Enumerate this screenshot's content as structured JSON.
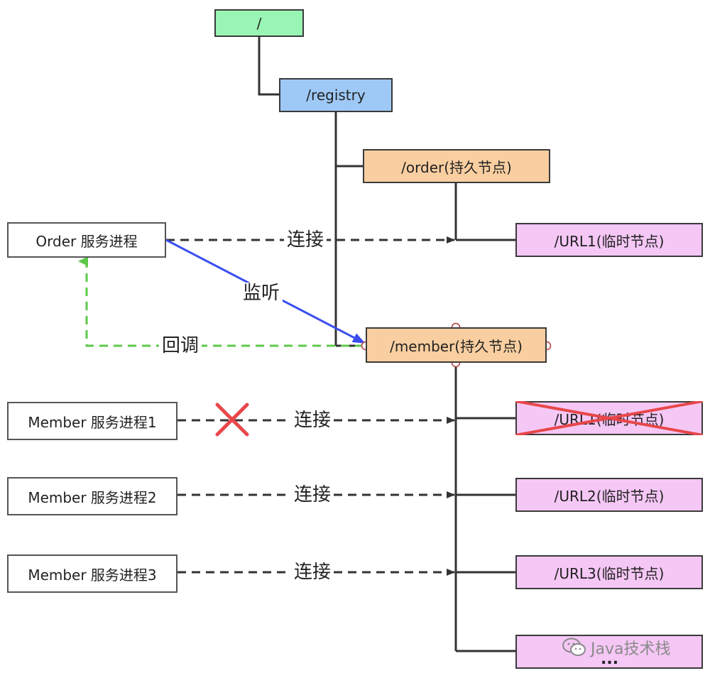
{
  "tree": {
    "root": "/",
    "registry": "/registry",
    "order": "/order(持久节点)",
    "member": "/member(持久节点)",
    "order_url1": "/URL1(临时节点)",
    "member_url1": "/URL1(临时节点)",
    "member_url2": "/URL2(临时节点)",
    "member_url3": "/URL3(临时节点)",
    "more": "..."
  },
  "processes": {
    "order": "Order 服务进程",
    "member1": "Member 服务进程1",
    "member2": "Member 服务进程2",
    "member3": "Member 服务进程3"
  },
  "edges": {
    "connect": "连接",
    "listen": "监听",
    "callback": "回调"
  },
  "watermark": "Java技术栈",
  "colors": {
    "root": "#98f5b3",
    "registry": "#9ec9f7",
    "persistent": "#f9cfa1",
    "ephemeral": "#f5c7f5",
    "listen_arrow": "#3a4ef0",
    "callback_arrow": "#5ec94a",
    "cross": "#e8474a"
  }
}
